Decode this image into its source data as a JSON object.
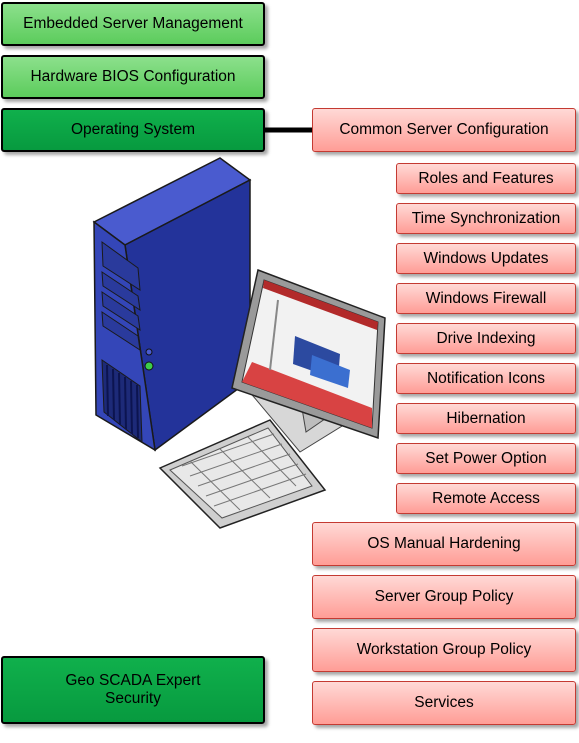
{
  "left_boxes": {
    "embedded": "Embedded Server Management",
    "bios": "Hardware BIOS Configuration",
    "os": "Operating System",
    "security": "Geo SCADA Expert Security"
  },
  "right_boxes": {
    "common": "Common Server Configuration",
    "items": [
      "Roles and Features",
      "Time Synchronization",
      "Windows Updates",
      "Windows Firewall",
      "Drive Indexing",
      "Notification Icons",
      "Hibernation",
      "Set Power Option",
      "Remote Access"
    ],
    "wide_items": [
      "OS Manual Hardening",
      "Server Group Policy",
      "Workstation Group Policy",
      "Services"
    ]
  },
  "colors": {
    "green_light": "#6fd66f",
    "green_dark": "#0aa445",
    "red_fill": "#ffb3ad",
    "red_border": "#c43a32"
  }
}
